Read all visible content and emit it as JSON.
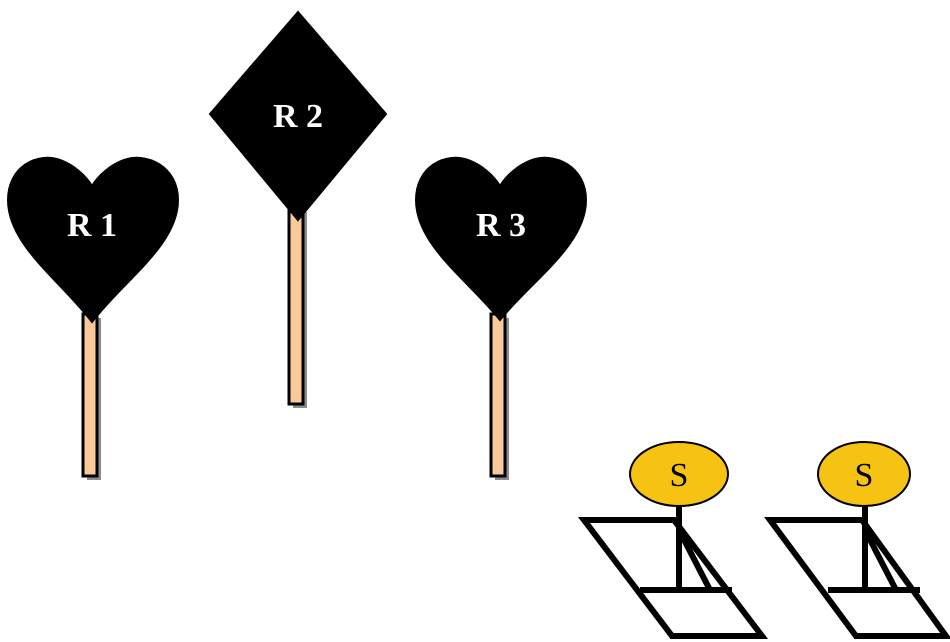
{
  "signs": [
    {
      "id": "r1",
      "shape": "heart",
      "label": "R 1"
    },
    {
      "id": "r2",
      "shape": "diamond",
      "label": "R 2"
    },
    {
      "id": "r3",
      "shape": "heart",
      "label": "R 3"
    }
  ],
  "stations": [
    {
      "id": "s1",
      "label": "S"
    },
    {
      "id": "s2",
      "label": "S"
    }
  ],
  "colors": {
    "sign_fill": "#000000",
    "sign_text": "#ffffff",
    "post_fill": "#f9c99a",
    "post_stroke": "#000000",
    "post_shadow": "#8c8c8c",
    "station_badge": "#f7c313",
    "station_frame": "#000000"
  }
}
